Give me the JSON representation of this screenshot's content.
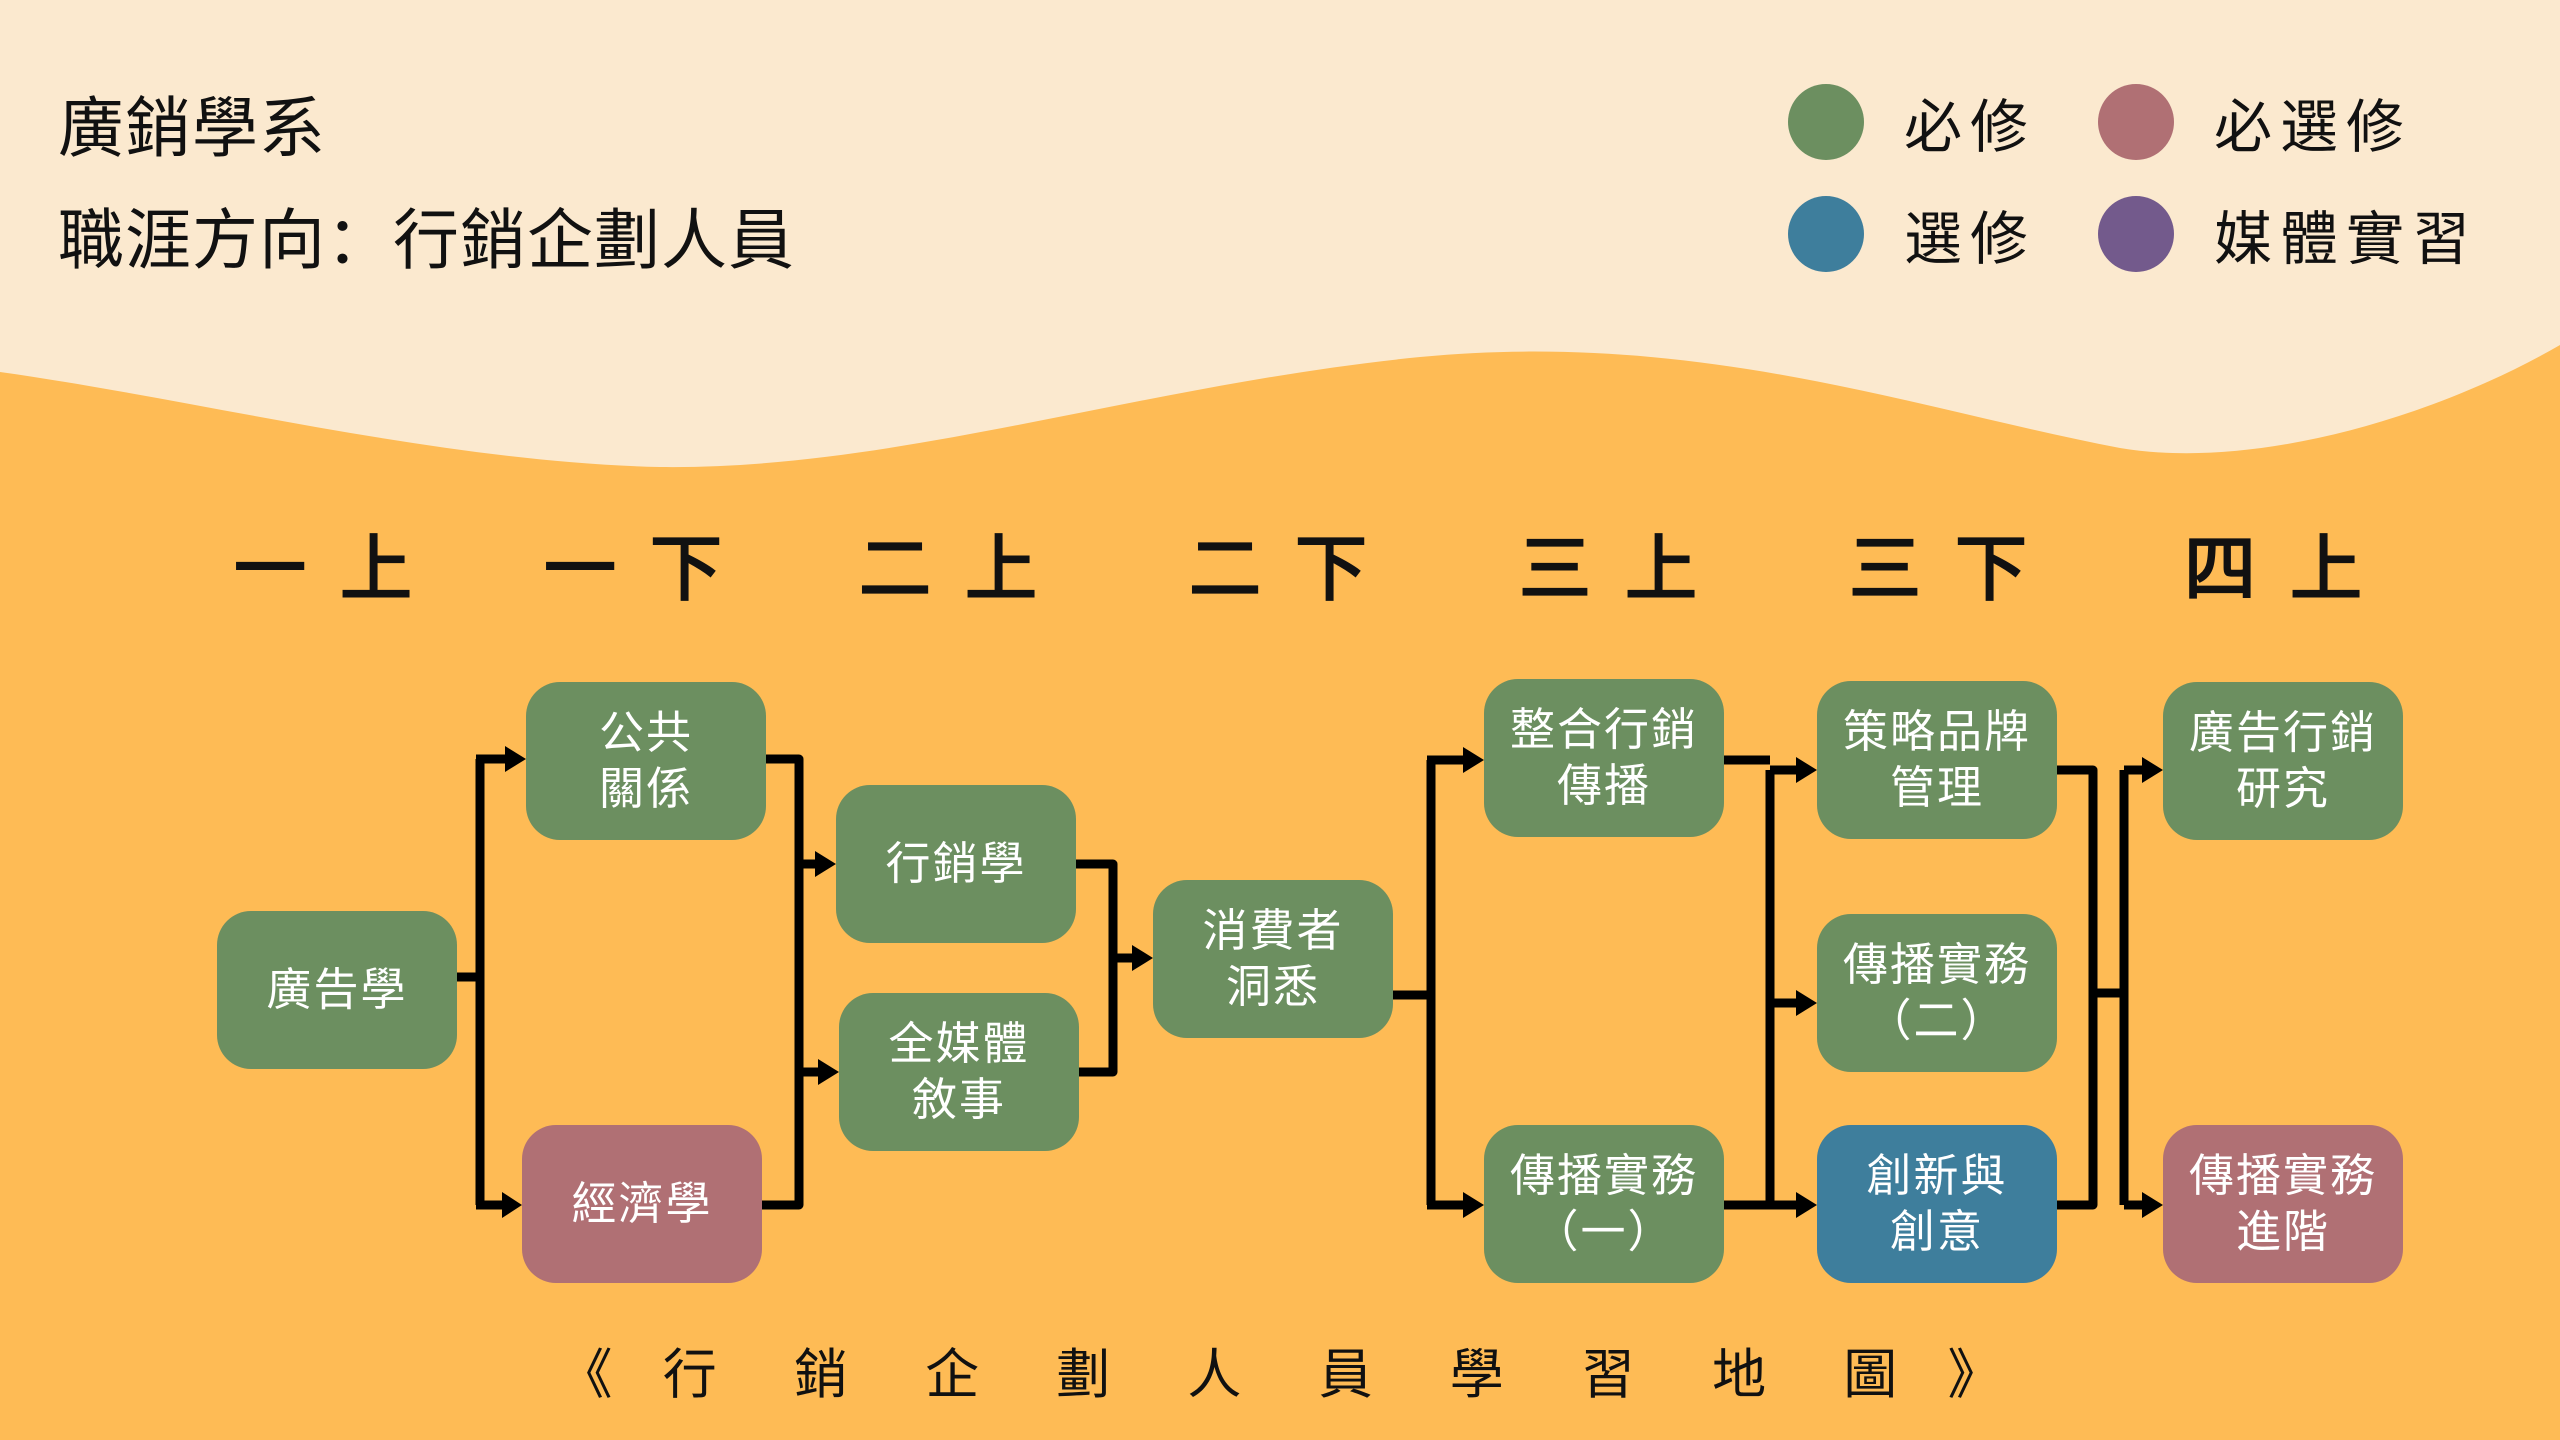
{
  "header": {
    "department": "廣銷學系",
    "career_line": "職涯方向：行銷企劃人員"
  },
  "colors": {
    "background_top": "#FBE9CF",
    "background_bottom": "#FEBB55",
    "required": "#6C8F60",
    "required_elective": "#B07074",
    "elective": "#3E7E9C",
    "media_internship": "#735A8C",
    "line": "#000000"
  },
  "legend": [
    {
      "label": "必修",
      "type": "required"
    },
    {
      "label": "必選修",
      "type": "required_elective"
    },
    {
      "label": "選修",
      "type": "elective"
    },
    {
      "label": "媒體實習",
      "type": "media_internship"
    }
  ],
  "semesters": [
    "一上",
    "一下",
    "二上",
    "二下",
    "三上",
    "三下",
    "四上"
  ],
  "courses": [
    {
      "id": "c1",
      "label": "廣告學",
      "semester": "一上",
      "type": "required"
    },
    {
      "id": "c2",
      "label": "公共\n關係",
      "semester": "一下",
      "type": "required"
    },
    {
      "id": "c3",
      "label": "經濟學",
      "semester": "一下",
      "type": "required_elective"
    },
    {
      "id": "c4",
      "label": "行銷學",
      "semester": "二上",
      "type": "required"
    },
    {
      "id": "c5",
      "label": "全媒體\n敘事",
      "semester": "二上",
      "type": "required"
    },
    {
      "id": "c6",
      "label": "消費者\n洞悉",
      "semester": "二下",
      "type": "required"
    },
    {
      "id": "c7",
      "label": "整合行銷\n傳播",
      "semester": "三上",
      "type": "required"
    },
    {
      "id": "c8",
      "label": "傳播實務\n（一）",
      "semester": "三上",
      "type": "required"
    },
    {
      "id": "c9",
      "label": "策略品牌\n管理",
      "semester": "三下",
      "type": "required"
    },
    {
      "id": "c10",
      "label": "傳播實務\n（二）",
      "semester": "三下",
      "type": "required"
    },
    {
      "id": "c11",
      "label": "創新與\n創意",
      "semester": "三下",
      "type": "elective"
    },
    {
      "id": "c12",
      "label": "廣告行銷\n研究",
      "semester": "四上",
      "type": "required"
    },
    {
      "id": "c13",
      "label": "傳播實務\n進階",
      "semester": "四上",
      "type": "required_elective"
    }
  ],
  "links": [
    [
      "c1",
      "c2"
    ],
    [
      "c1",
      "c3"
    ],
    [
      "c2",
      "c4"
    ],
    [
      "c2",
      "c5"
    ],
    [
      "c3",
      "c4"
    ],
    [
      "c3",
      "c5"
    ],
    [
      "c4",
      "c6"
    ],
    [
      "c5",
      "c6"
    ],
    [
      "c6",
      "c7"
    ],
    [
      "c6",
      "c8"
    ],
    [
      "c7",
      "c9"
    ],
    [
      "c7",
      "c10"
    ],
    [
      "c7",
      "c11"
    ],
    [
      "c8",
      "c9"
    ],
    [
      "c8",
      "c10"
    ],
    [
      "c8",
      "c11"
    ],
    [
      "c9",
      "c12"
    ],
    [
      "c9",
      "c13"
    ],
    [
      "c10",
      "c12"
    ],
    [
      "c10",
      "c13"
    ],
    [
      "c11",
      "c12"
    ],
    [
      "c11",
      "c13"
    ]
  ],
  "caption": {
    "open": "《",
    "chars": [
      "行",
      "銷",
      "企",
      "劃",
      "人",
      "員",
      "學",
      "習",
      "地",
      "圖"
    ],
    "close": "》"
  }
}
